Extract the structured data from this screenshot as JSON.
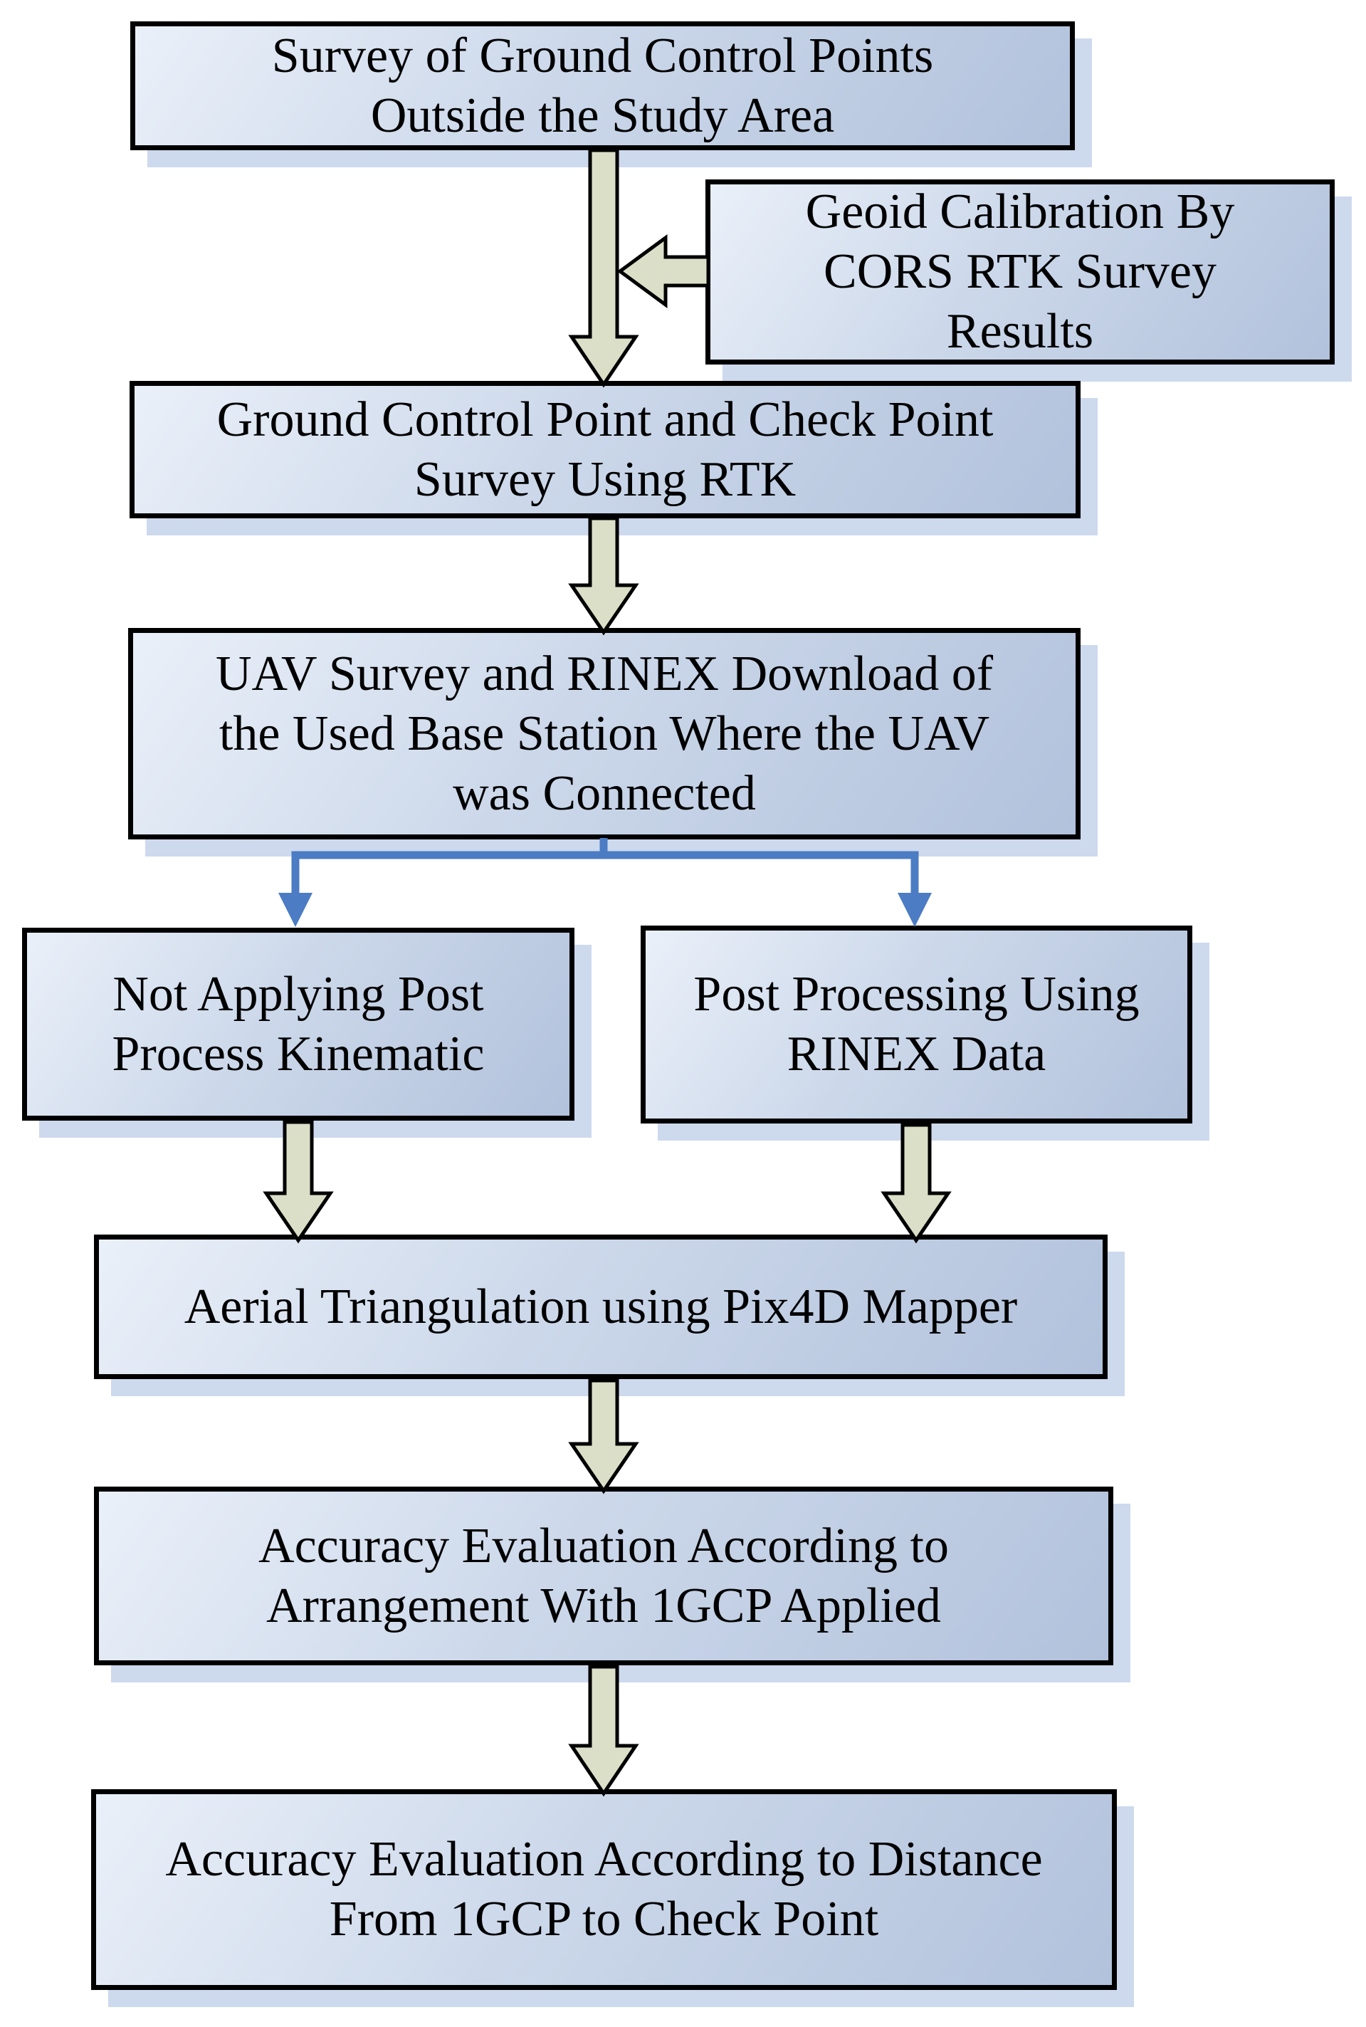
{
  "diagram": {
    "type": "flowchart",
    "background": "#ffffff",
    "colors": {
      "box_fill_top": "#eaf0f9",
      "box_fill_bottom": "#b2c2dc",
      "box_border": "#000000",
      "box_shadow": "#cdd9ed",
      "block_arrow_fill": "#dcdfc8",
      "block_arrow_outline": "#000000",
      "split_connector_blue": "#4b7cc4",
      "text": "#000000"
    },
    "nodes": {
      "survey_gcp": {
        "label": "Survey of Ground Control Points\nOutside the Study Area"
      },
      "geoid_calibration": {
        "label": "Geoid Calibration By\nCORS RTK Survey\nResults"
      },
      "gcp_checkpoint_survey": {
        "label": "Ground Control Point and Check Point\nSurvey Using RTK"
      },
      "uav_survey": {
        "label": "UAV Survey and RINEX Download of\nthe Used Base Station Where the UAV\nwas Connected"
      },
      "no_ppk": {
        "label": "Not Applying Post\nProcess Kinematic"
      },
      "ppk_rinex": {
        "label": "Post Processing Using\nRINEX Data"
      },
      "aerial_triangulation": {
        "label": "Aerial Triangulation using Pix4D Mapper"
      },
      "accuracy_arrangement": {
        "label": "Accuracy Evaluation According to\nArrangement With 1GCP Applied"
      },
      "accuracy_distance": {
        "label": "Accuracy Evaluation According to Distance\nFrom 1GCP to Check Point"
      }
    },
    "edges": [
      {
        "from": "survey_gcp",
        "to": "gcp_checkpoint_survey",
        "style": "block-arrow-down"
      },
      {
        "from": "geoid_calibration",
        "to": "main-flow",
        "style": "block-arrow-left"
      },
      {
        "from": "gcp_checkpoint_survey",
        "to": "uav_survey",
        "style": "block-arrow-down"
      },
      {
        "from": "uav_survey",
        "to": "no_ppk",
        "style": "blue-line-arrow"
      },
      {
        "from": "uav_survey",
        "to": "ppk_rinex",
        "style": "blue-line-arrow"
      },
      {
        "from": "no_ppk",
        "to": "aerial_triangulation",
        "style": "block-arrow-down"
      },
      {
        "from": "ppk_rinex",
        "to": "aerial_triangulation",
        "style": "block-arrow-down"
      },
      {
        "from": "aerial_triangulation",
        "to": "accuracy_arrangement",
        "style": "block-arrow-down"
      },
      {
        "from": "accuracy_arrangement",
        "to": "accuracy_distance",
        "style": "block-arrow-down"
      }
    ]
  }
}
